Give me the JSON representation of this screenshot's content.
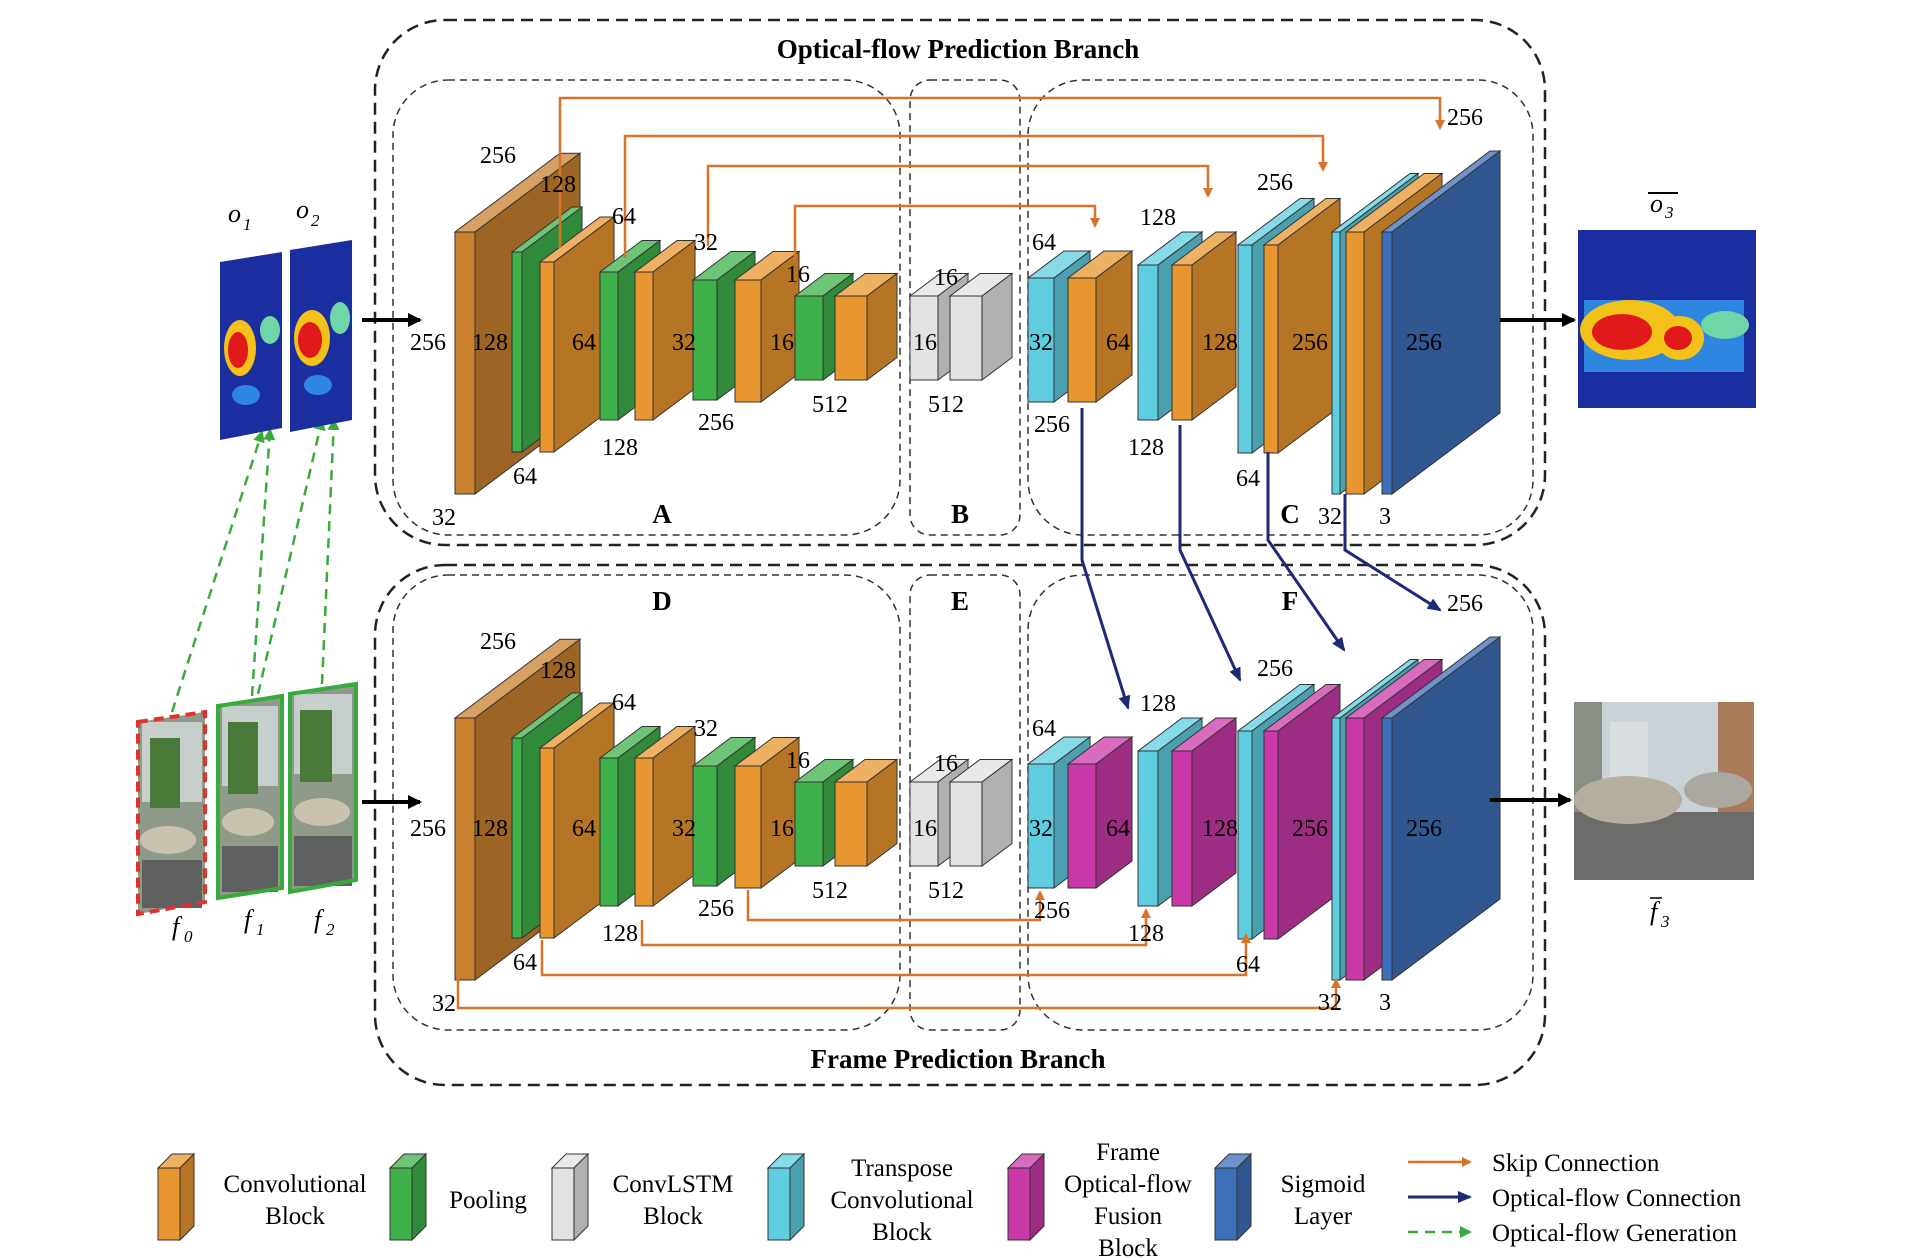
{
  "top_branch": {
    "title": "Optical-flow Prediction Branch",
    "sections": [
      "A",
      "B",
      "C"
    ],
    "encoder": {
      "heights": [
        "256",
        "128",
        "64",
        "32",
        "16"
      ],
      "widths": [
        "256",
        "128",
        "64",
        "32",
        "16"
      ],
      "channels": [
        "32",
        "64",
        "128",
        "256",
        "512"
      ]
    },
    "convlstm": {
      "height": "16",
      "width": "16",
      "channels": "512"
    },
    "decoder": {
      "heights": [
        "32",
        "64",
        "128",
        "256",
        "256"
      ],
      "widths": [
        "64",
        "128",
        "256",
        "256"
      ],
      "channels": [
        "256",
        "128",
        "64",
        "32",
        "3"
      ]
    }
  },
  "bottom_branch": {
    "title": "Frame Prediction Branch",
    "sections": [
      "D",
      "E",
      "F"
    ],
    "encoder": {
      "heights": [
        "256",
        "128",
        "64",
        "32",
        "16"
      ],
      "widths": [
        "256",
        "128",
        "64",
        "32",
        "16"
      ],
      "channels": [
        "32",
        "64",
        "128",
        "256",
        "512"
      ]
    },
    "convlstm": {
      "height": "16",
      "width": "16",
      "channels": "512"
    },
    "decoder": {
      "heights": [
        "32",
        "64",
        "128",
        "256",
        "256"
      ],
      "widths": [
        "64",
        "128",
        "256",
        "256"
      ],
      "channels": [
        "256",
        "128",
        "64",
        "32",
        "3"
      ]
    }
  },
  "inputs": {
    "flows": [
      "o",
      "1",
      "o",
      "2"
    ],
    "frames": [
      "f",
      "0",
      "f",
      "1",
      "f",
      "2"
    ]
  },
  "outputs": {
    "flow": {
      "base": "o",
      "sub": "3"
    },
    "frame": {
      "base": "f",
      "sub": "3"
    }
  },
  "legend": {
    "blocks": [
      {
        "lines": [
          "Convolutional",
          "Block"
        ],
        "color": "#e8962f"
      },
      {
        "lines": [
          "Pooling"
        ],
        "color": "#3fb14a"
      },
      {
        "lines": [
          "ConvLSTM",
          "Block"
        ],
        "color": "#e2e2e2"
      },
      {
        "lines": [
          "Transpose",
          "Convolutional",
          "Block"
        ],
        "color": "#5fcde0"
      },
      {
        "lines": [
          "Frame",
          "Optical-flow",
          "Fusion",
          "Block"
        ],
        "color": "#c93aa8"
      },
      {
        "lines": [
          "Sigmoid",
          "Layer"
        ],
        "color": "#3d6fb8"
      }
    ],
    "arrows": [
      "Skip Connection",
      "Optical-flow  Connection",
      "Optical-flow  Generation"
    ]
  },
  "colors": {
    "conv": "#e8962f",
    "conv_large": "#c98130",
    "pool": "#3fb14a",
    "convlstm": "#e2e2e2",
    "transpose": "#5fcde0",
    "fusion": "#c93aa8",
    "sigmoid": "#3d6fb8",
    "skip": "#d8732b",
    "flow_conn": "#1c2a78",
    "flow_gen": "#3aaa3c"
  }
}
